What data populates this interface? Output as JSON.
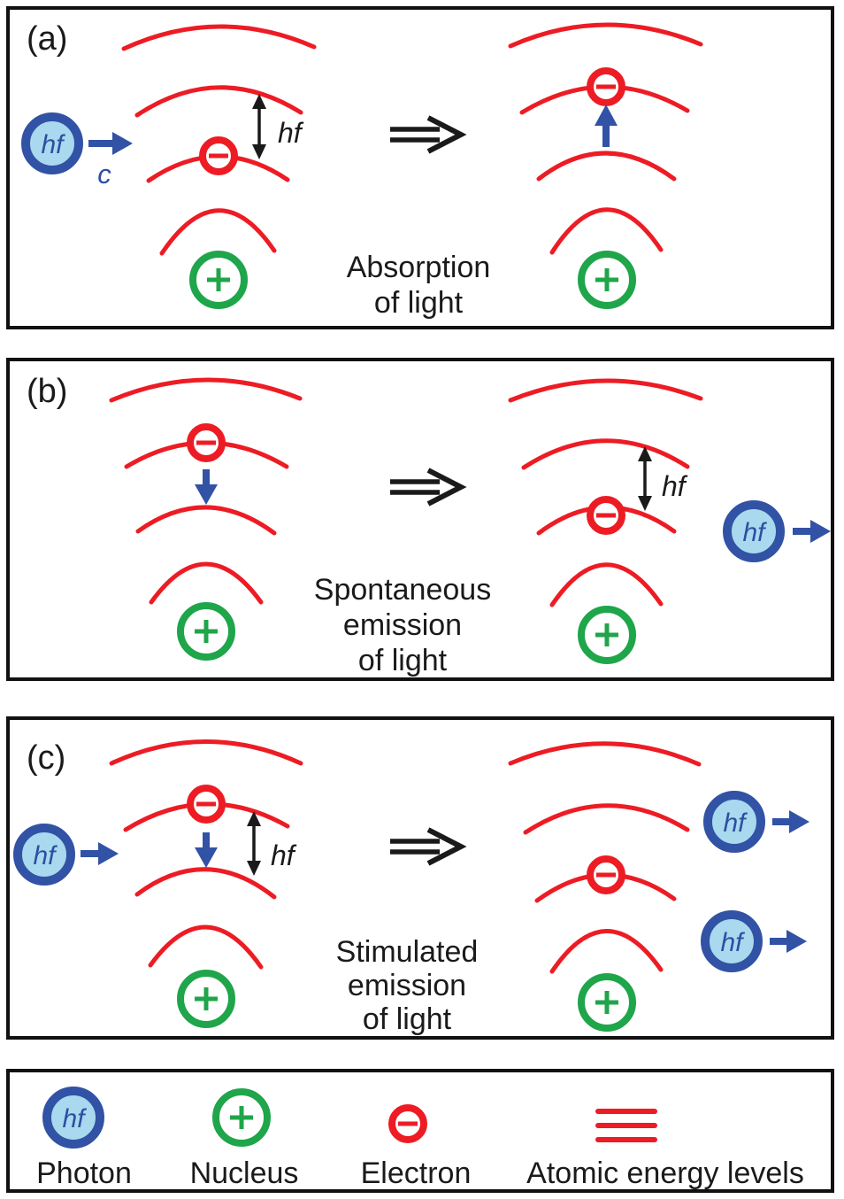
{
  "figure": {
    "type": "physics-diagram",
    "topic": "Light–atom interaction processes"
  },
  "colors": {
    "energy_level_red": "#ed1c24",
    "nucleus_green": "#1fa54a",
    "photon_ring_blue": "#3152a5",
    "photon_fill_blue": "#a8d9ee",
    "text_black": "#1a1a1a",
    "border_black": "#111111"
  },
  "panels": [
    {
      "label": "(a)",
      "caption_lines": [
        "Absorption",
        "of light"
      ],
      "photon_in": {
        "symbol": "hf",
        "speed_label": "c"
      },
      "gap_label": "hf"
    },
    {
      "label": "(b)",
      "caption_lines": [
        "Spontaneous",
        "emission",
        "of light"
      ],
      "gap_label": "hf",
      "photon_out": {
        "symbol": "hf"
      }
    },
    {
      "label": "(c)",
      "caption_lines": [
        "Stimulated",
        "emission",
        "of light"
      ],
      "photon_in": {
        "symbol": "hf"
      },
      "gap_label": "hf",
      "photons_out": [
        {
          "symbol": "hf"
        },
        {
          "symbol": "hf"
        }
      ]
    }
  ],
  "legend": {
    "items": [
      {
        "label": "Photon",
        "symbol": "hf"
      },
      {
        "label": "Nucleus",
        "symbol": "+"
      },
      {
        "label": "Electron",
        "symbol": "−"
      },
      {
        "label": "Atomic energy levels",
        "symbol": "three-red-lines"
      }
    ]
  },
  "signs": {
    "electron": "−",
    "nucleus": "+"
  }
}
